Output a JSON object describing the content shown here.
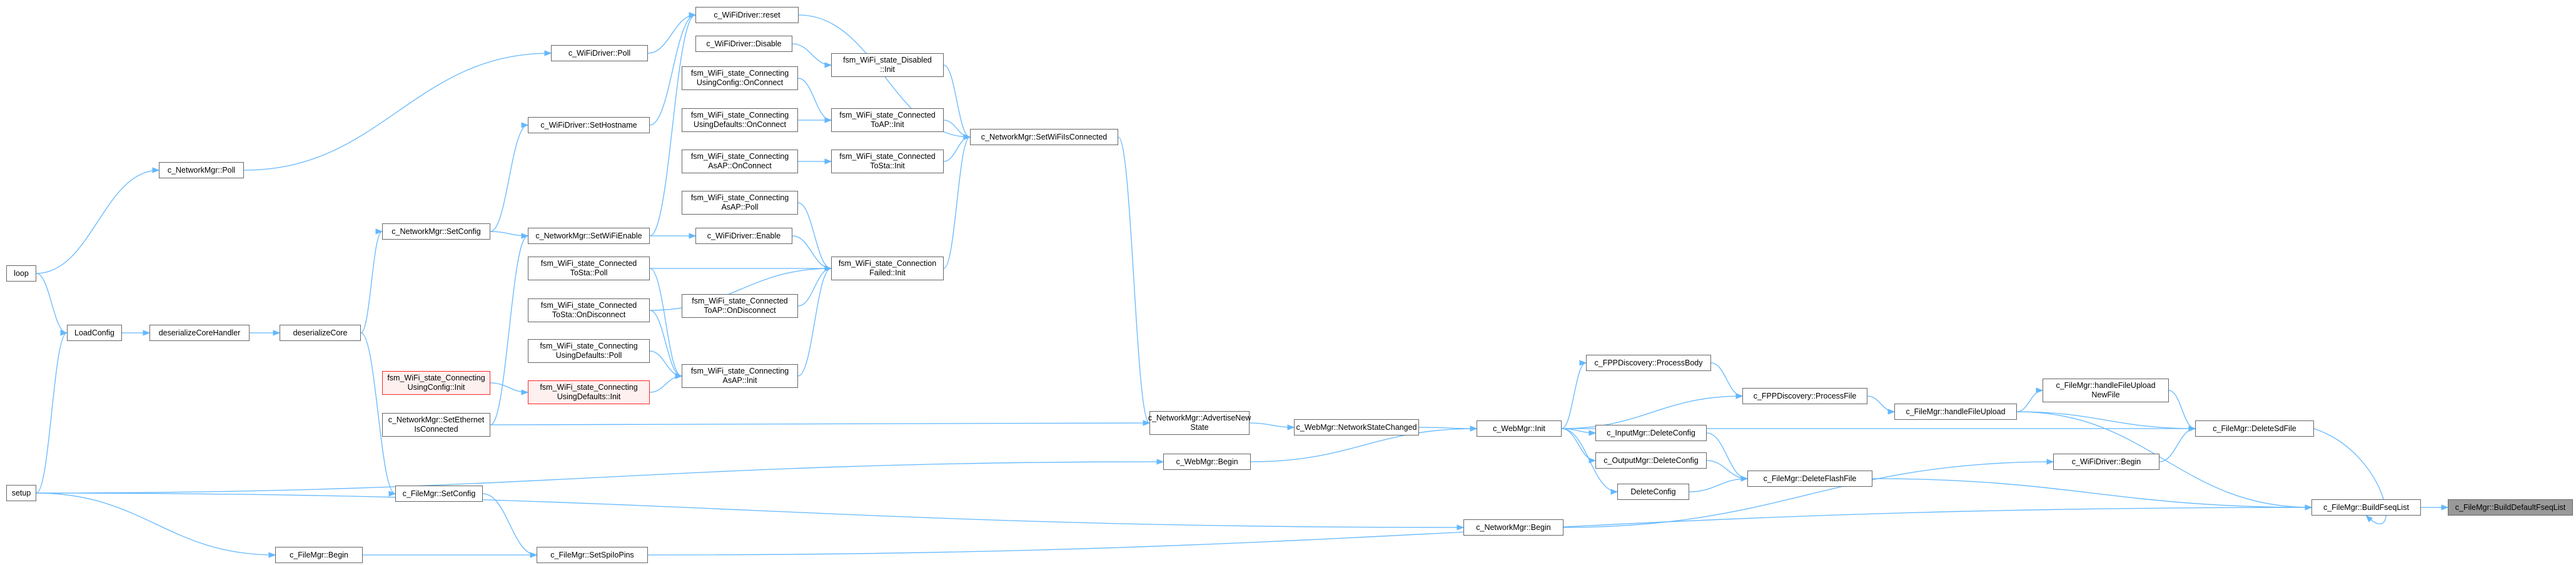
{
  "diagram": {
    "nodes": [
      {
        "id": "wifi_reset",
        "label": "c_WiFiDriver::reset"
      },
      {
        "id": "wifi_poll",
        "label": "c_WiFiDriver::Poll"
      },
      {
        "id": "wifi_disable",
        "label": "c_WiFiDriver::Disable"
      },
      {
        "id": "disabled_init",
        "label": "fsm_WiFi_state_Disabled\n::Init"
      },
      {
        "id": "c_usingconfig_onconnect",
        "label": "fsm_WiFi_state_Connecting\nUsingConfig::OnConnect"
      },
      {
        "id": "c_usingdefaults_onconnect",
        "label": "fsm_WiFi_state_Connecting\nUsingDefaults::OnConnect"
      },
      {
        "id": "toap_init",
        "label": "fsm_WiFi_state_Connected\nToAP::Init"
      },
      {
        "id": "set_wifi_connected",
        "label": "c_NetworkMgr::SetWiFiIsConnected"
      },
      {
        "id": "set_hostname",
        "label": "c_WiFiDriver::SetHostname"
      },
      {
        "id": "c_asap_onconnect",
        "label": "fsm_WiFi_state_Connecting\nAsAP::OnConnect"
      },
      {
        "id": "tosta_init",
        "label": "fsm_WiFi_state_Connected\nToSta::Init"
      },
      {
        "id": "network_poll",
        "label": "c_NetworkMgr::Poll"
      },
      {
        "id": "c_asap_poll",
        "label": "fsm_WiFi_state_Connecting\nAsAP::Poll"
      },
      {
        "id": "set_config",
        "label": "c_NetworkMgr::SetConfig"
      },
      {
        "id": "set_wifi_enable",
        "label": "c_NetworkMgr::SetWiFiEnable"
      },
      {
        "id": "wifi_enable",
        "label": "c_WiFiDriver::Enable"
      },
      {
        "id": "tosta_poll",
        "label": "fsm_WiFi_state_Connected\nToSta::Poll"
      },
      {
        "id": "conn_failed_init",
        "label": "fsm_WiFi_state_Connection\nFailed::Init"
      },
      {
        "id": "loop",
        "label": "loop"
      },
      {
        "id": "tosta_ondisconnect",
        "label": "fsm_WiFi_state_Connected\nToSta::OnDisconnect"
      },
      {
        "id": "toap_ondisconnect",
        "label": "fsm_WiFi_state_Connected\nToAP::OnDisconnect"
      },
      {
        "id": "load_config",
        "label": "LoadConfig"
      },
      {
        "id": "deserialize_handler",
        "label": "deserializeCoreHandler"
      },
      {
        "id": "deserialize_core",
        "label": "deserializeCore"
      },
      {
        "id": "c_usingdefaults_poll",
        "label": "fsm_WiFi_state_Connecting\nUsingDefaults::Poll"
      },
      {
        "id": "fpp_process_body",
        "label": "c_FPPDiscovery::ProcessBody"
      },
      {
        "id": "c_asap_init",
        "label": "fsm_WiFi_state_Connecting\nAsAP::Init"
      },
      {
        "id": "c_usingconfig_init",
        "label": "fsm_WiFi_state_Connecting\nUsingConfig::Init",
        "style": "red"
      },
      {
        "id": "c_usingdefaults_init",
        "label": "fsm_WiFi_state_Connecting\nUsingDefaults::Init",
        "style": "red"
      },
      {
        "id": "handle_upload_newfile",
        "label": "c_FileMgr::handleFileUpload\nNewFile"
      },
      {
        "id": "fpp_process_file",
        "label": "c_FPPDiscovery::ProcessFile"
      },
      {
        "id": "handle_file_upload",
        "label": "c_FileMgr::handleFileUpload"
      },
      {
        "id": "advertise_state",
        "label": "c_NetworkMgr::AdvertiseNew\nState"
      },
      {
        "id": "set_ethernet",
        "label": "c_NetworkMgr::SetEthernet\nIsConnected"
      },
      {
        "id": "network_state_changed",
        "label": "c_WebMgr::NetworkStateChanged"
      },
      {
        "id": "webmgr_init",
        "label": "c_WebMgr::Init"
      },
      {
        "id": "input_delete_config",
        "label": "c_InputMgr::DeleteConfig"
      },
      {
        "id": "delete_sd_file",
        "label": "c_FileMgr::DeleteSdFile"
      },
      {
        "id": "output_delete_config",
        "label": "c_OutputMgr::DeleteConfig"
      },
      {
        "id": "webmgr_begin",
        "label": "c_WebMgr::Begin"
      },
      {
        "id": "wifi_begin",
        "label": "c_WiFiDriver::Begin"
      },
      {
        "id": "delete_flash_file",
        "label": "c_FileMgr::DeleteFlashFile"
      },
      {
        "id": "delete_config",
        "label": "DeleteConfig"
      },
      {
        "id": "setup",
        "label": "setup"
      },
      {
        "id": "filemgr_setconfig",
        "label": "c_FileMgr::SetConfig"
      },
      {
        "id": "build_fseq_list",
        "label": "c_FileMgr::BuildFseqList"
      },
      {
        "id": "build_default_fseq",
        "label": "c_FileMgr::BuildDefaultFseqList",
        "style": "focus"
      },
      {
        "id": "network_begin",
        "label": "c_NetworkMgr::Begin"
      },
      {
        "id": "filemgr_begin",
        "label": "c_FileMgr::Begin"
      },
      {
        "id": "set_spi_io_pins",
        "label": "c_FileMgr::SetSpiIoPins"
      }
    ],
    "edges": [
      [
        "wifi_poll",
        "wifi_reset"
      ],
      [
        "set_hostname",
        "wifi_reset"
      ],
      [
        "set_wifi_enable",
        "wifi_reset"
      ],
      [
        "wifi_reset",
        "set_wifi_connected"
      ],
      [
        "wifi_disable",
        "disabled_init"
      ],
      [
        "disabled_init",
        "set_wifi_connected"
      ],
      [
        "c_usingconfig_onconnect",
        "toap_init"
      ],
      [
        "c_usingdefaults_onconnect",
        "toap_init"
      ],
      [
        "toap_init",
        "set_wifi_connected"
      ],
      [
        "c_asap_onconnect",
        "tosta_init"
      ],
      [
        "tosta_init",
        "set_wifi_connected"
      ],
      [
        "conn_failed_init",
        "set_wifi_connected"
      ],
      [
        "set_wifi_connected",
        "advertise_state"
      ],
      [
        "network_poll",
        "wifi_poll"
      ],
      [
        "set_config",
        "set_hostname"
      ],
      [
        "loop",
        "network_poll"
      ],
      [
        "loop",
        "load_config"
      ],
      [
        "setup",
        "load_config"
      ],
      [
        "load_config",
        "deserialize_handler"
      ],
      [
        "deserialize_handler",
        "deserialize_core"
      ],
      [
        "deserialize_core",
        "set_config"
      ],
      [
        "deserialize_core",
        "filemgr_setconfig"
      ],
      [
        "set_config",
        "set_wifi_enable"
      ],
      [
        "set_ethernet",
        "set_wifi_enable"
      ],
      [
        "set_wifi_enable",
        "wifi_enable"
      ],
      [
        "wifi_enable",
        "conn_failed_init"
      ],
      [
        "c_asap_poll",
        "conn_failed_init"
      ],
      [
        "tosta_poll",
        "conn_failed_init"
      ],
      [
        "tosta_poll",
        "c_asap_init"
      ],
      [
        "tosta_ondisconnect",
        "conn_failed_init"
      ],
      [
        "tosta_ondisconnect",
        "c_asap_init"
      ],
      [
        "toap_ondisconnect",
        "conn_failed_init"
      ],
      [
        "c_usingdefaults_poll",
        "c_asap_init"
      ],
      [
        "c_usingconfig_init",
        "c_usingdefaults_init"
      ],
      [
        "c_usingdefaults_init",
        "c_asap_init"
      ],
      [
        "c_asap_init",
        "conn_failed_init"
      ],
      [
        "set_ethernet",
        "advertise_state"
      ],
      [
        "advertise_state",
        "network_state_changed"
      ],
      [
        "network_state_changed",
        "webmgr_init"
      ],
      [
        "webmgr_begin",
        "webmgr_init"
      ],
      [
        "setup",
        "webmgr_begin"
      ],
      [
        "setup",
        "network_begin"
      ],
      [
        "setup",
        "filemgr_begin"
      ],
      [
        "filemgr_begin",
        "set_spi_io_pins"
      ],
      [
        "filemgr_setconfig",
        "set_spi_io_pins"
      ],
      [
        "webmgr_init",
        "fpp_process_body"
      ],
      [
        "webmgr_init",
        "fpp_process_file"
      ],
      [
        "webmgr_init",
        "input_delete_config"
      ],
      [
        "webmgr_init",
        "output_delete_config"
      ],
      [
        "webmgr_init",
        "delete_config"
      ],
      [
        "webmgr_init",
        "delete_sd_file"
      ],
      [
        "fpp_process_body",
        "fpp_process_file"
      ],
      [
        "fpp_process_file",
        "handle_file_upload"
      ],
      [
        "handle_file_upload",
        "handle_upload_newfile"
      ],
      [
        "handle_file_upload",
        "delete_sd_file"
      ],
      [
        "handle_file_upload",
        "build_fseq_list"
      ],
      [
        "handle_upload_newfile",
        "delete_sd_file"
      ],
      [
        "input_delete_config",
        "delete_flash_file"
      ],
      [
        "output_delete_config",
        "delete_flash_file"
      ],
      [
        "delete_config",
        "delete_flash_file"
      ],
      [
        "delete_flash_file",
        "build_fseq_list"
      ],
      [
        "network_begin",
        "wifi_begin"
      ],
      [
        "wifi_begin",
        "delete_sd_file"
      ],
      [
        "delete_sd_file",
        "build_fseq_list"
      ],
      [
        "set_spi_io_pins",
        "build_fseq_list"
      ],
      [
        "build_fseq_list",
        "build_default_fseq"
      ]
    ]
  }
}
